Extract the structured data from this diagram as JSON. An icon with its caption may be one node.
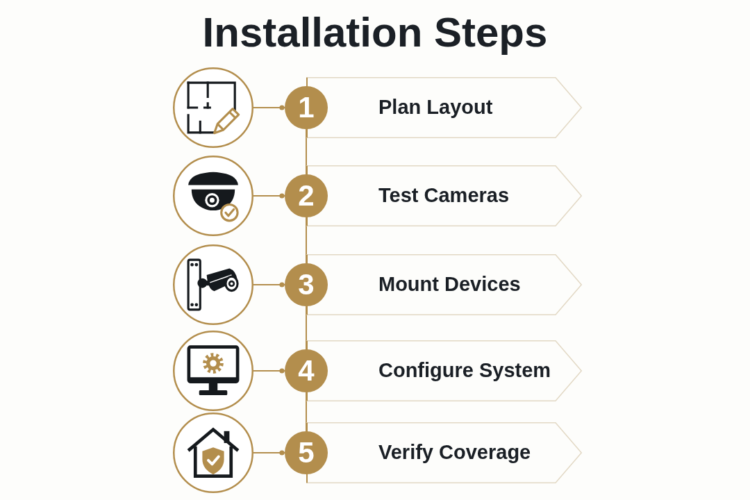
{
  "diagram": {
    "title": "Installation Steps",
    "nodes": [
      {
        "text": [],
        "shape": "picture"
      },
      {
        "text": [
          "1"
        ]
      },
      {
        "text": [
          "Plan Layout"
        ]
      },
      {
        "text": [],
        "shape": "picture"
      },
      {
        "text": [
          "2"
        ]
      },
      {
        "text": [
          "Test Cameras"
        ]
      },
      {
        "text": [],
        "shape": "picture"
      },
      {
        "text": [
          "3"
        ]
      },
      {
        "text": [
          "Mount Devices"
        ]
      },
      {
        "text": [],
        "shape": "picture"
      },
      {
        "text": [
          "4"
        ]
      },
      {
        "text": [
          "Configure System"
        ]
      },
      {
        "text": [],
        "shape": "picture"
      },
      {
        "text": [
          "5"
        ]
      },
      {
        "text": [
          "Verify Coverage"
        ]
      }
    ],
    "edges": [
      {
        "from": 0,
        "to": 1,
        "arrow": "other"
      },
      {
        "from": 3,
        "to": 4,
        "arrow": "other"
      },
      {
        "from": 6,
        "to": 7,
        "arrow": "other"
      },
      {
        "from": 9,
        "to": 10,
        "arrow": "other"
      },
      {
        "from": 12,
        "to": 13,
        "arrow": "other"
      },
      {
        "from": 1,
        "to": 4,
        "arrow": "none"
      },
      {
        "from": 4,
        "to": 7,
        "arrow": "none"
      },
      {
        "from": 7,
        "to": 10,
        "arrow": "none"
      },
      {
        "from": 10,
        "to": 13,
        "arrow": "none"
      }
    ]
  }
}
